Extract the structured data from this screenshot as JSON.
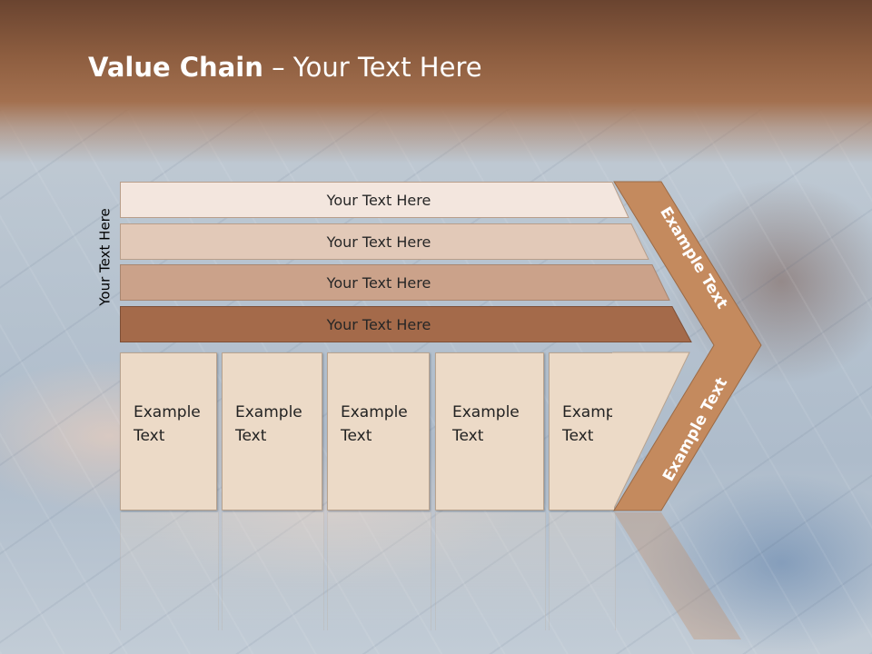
{
  "slide": {
    "title_bold": "Value Chain",
    "title_rest": " – Your Text Here",
    "side_label": "Your Text Here",
    "bars": [
      {
        "label": "Your Text Here",
        "fill": "#f3e6de"
      },
      {
        "label": "Your Text Here",
        "fill": "#e2c9b8"
      },
      {
        "label": "Your Text Here",
        "fill": "#cba28a"
      },
      {
        "label": "Your Text Here",
        "fill": "#a46a4a"
      }
    ],
    "cells": [
      {
        "line1": "Example",
        "line2": "Text"
      },
      {
        "line1": "Example",
        "line2": "Text"
      },
      {
        "line1": "Example",
        "line2": "Text"
      },
      {
        "line1": "Example",
        "line2": "Text"
      },
      {
        "line1": "Example",
        "line2": "Text"
      }
    ],
    "chevron": {
      "upper_label": "Example Text",
      "lower_label": "Example Text",
      "fill": "#c48a5e"
    }
  },
  "colors": {
    "header_band": "#8e5e40",
    "cell_fill": "#ecdac7",
    "cell_border": "#b8a38f"
  }
}
